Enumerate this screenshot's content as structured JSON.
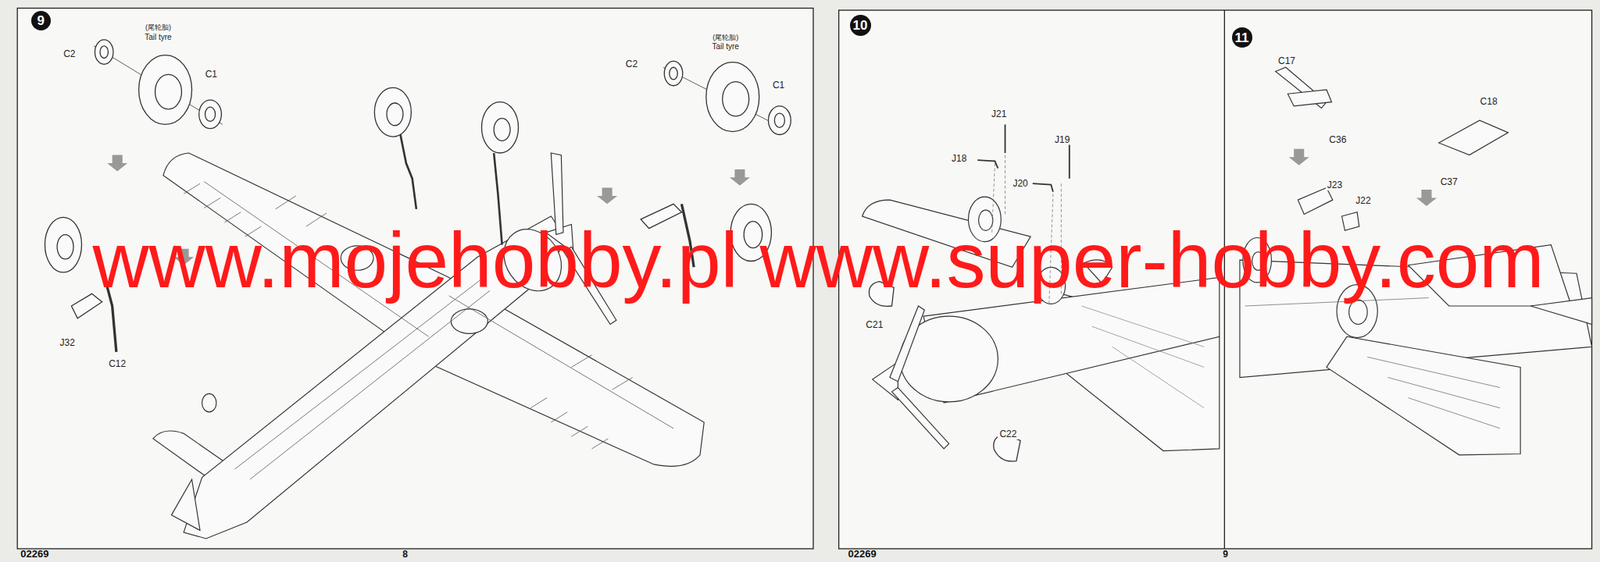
{
  "diagram": {
    "nodes": [
      {
        "text": [
          "9"
        ]
      },
      {
        "text": [
          "10"
        ]
      },
      {
        "text": [
          "11"
        ]
      }
    ],
    "labels": [
      "C2",
      "(尾轮胎)",
      "Tail tyre",
      "C1",
      "C2",
      "(尾轮胎)",
      "Tail tyre",
      "C1",
      "J32",
      "C12",
      "J21",
      "J18",
      "J19",
      "J20",
      "C21",
      "C22",
      "C17",
      "C36",
      "C18",
      "C37",
      "J23",
      "J22",
      "02269",
      "8",
      "02269",
      "9",
      "www.mojehobby.pl www.super-hobby.com"
    ]
  }
}
